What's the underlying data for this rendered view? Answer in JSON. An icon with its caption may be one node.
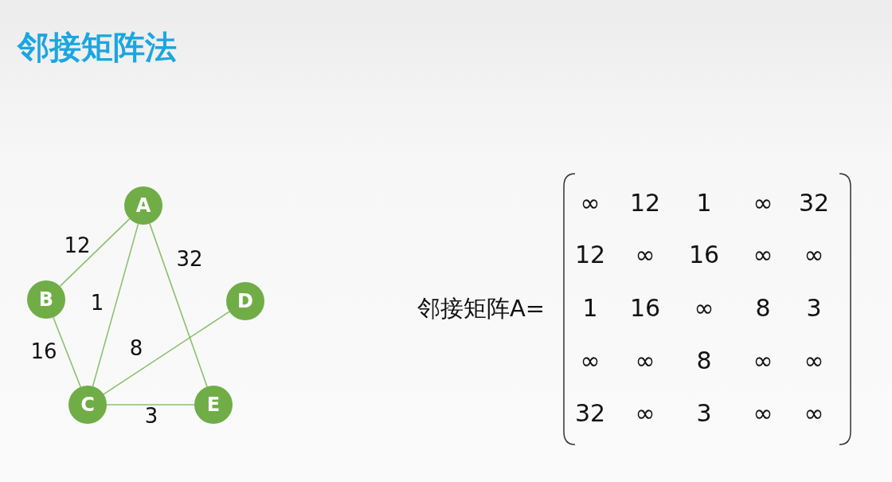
{
  "diagram": {
    "title": "邻接矩阵法",
    "nodes": [
      {
        "text": [
          "A"
        ]
      },
      {
        "text": [
          "B"
        ]
      },
      {
        "text": [
          "C"
        ]
      },
      {
        "text": [
          "D"
        ]
      },
      {
        "text": [
          "E"
        ]
      }
    ],
    "edges": [
      {
        "from": 0,
        "to": 1,
        "arrow": "none",
        "label": "12"
      },
      {
        "from": 0,
        "to": 2,
        "arrow": "none",
        "label": "1"
      },
      {
        "from": 0,
        "to": 4,
        "arrow": "none",
        "label": "32"
      },
      {
        "from": 1,
        "to": 2,
        "arrow": "none",
        "label": "16"
      },
      {
        "from": 2,
        "to": 3,
        "arrow": "none",
        "label": "8"
      },
      {
        "from": 2,
        "to": 4,
        "arrow": "none",
        "label": "3"
      }
    ],
    "labels": [
      "邻接矩阵A=",
      "∞",
      "12",
      "1",
      "∞",
      "32",
      "12",
      "∞",
      "16",
      "∞",
      "∞",
      "1",
      "16",
      "∞",
      "8",
      "3",
      "∞",
      "∞",
      "8",
      "∞",
      "∞",
      "32",
      "∞",
      "3",
      "∞",
      "∞"
    ]
  }
}
